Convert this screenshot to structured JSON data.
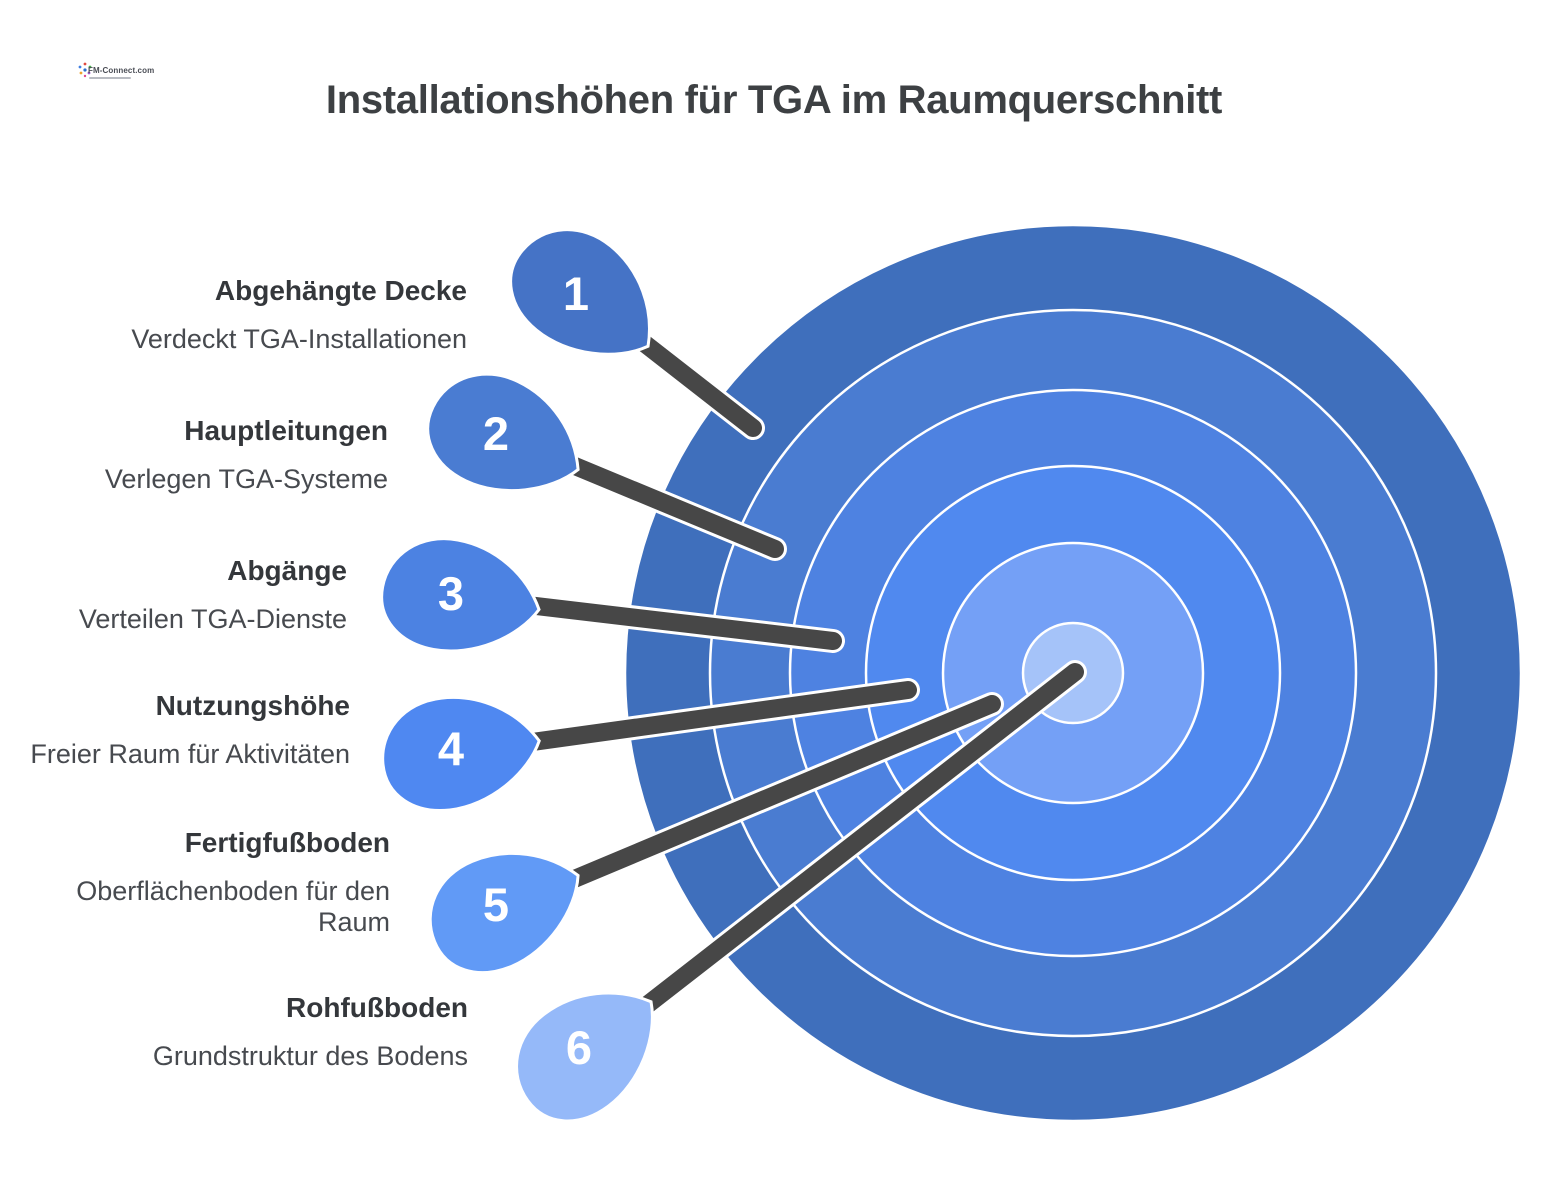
{
  "header": {
    "logo_brand": "FM-Connect.com",
    "title": "Installationshöhen für TGA im Raumquerschnitt"
  },
  "colors": {
    "stick": "#474747",
    "ring_stroke": "#ffffff",
    "number_text": "#ffffff"
  },
  "target": {
    "rings": [
      {
        "level": 1,
        "color": "#3F6FBC"
      },
      {
        "level": 2,
        "color": "#4A7CD1"
      },
      {
        "level": 3,
        "color": "#4E82E1"
      },
      {
        "level": 4,
        "color": "#5089EF"
      },
      {
        "level": 5,
        "color": "#74A0F6"
      },
      {
        "level": 6,
        "color": "#A5C3F9"
      }
    ]
  },
  "items": [
    {
      "number": "1",
      "label": "Abgehängte Decke",
      "description": "Verdeckt TGA-Installationen",
      "blob_color": "#4573C6"
    },
    {
      "number": "2",
      "label": "Hauptleitungen",
      "description": "Verlegen TGA-Systeme",
      "blob_color": "#4A7CD2"
    },
    {
      "number": "3",
      "label": "Abgänge",
      "description": "Verteilen TGA-Dienste",
      "blob_color": "#4C82E2"
    },
    {
      "number": "4",
      "label": "Nutzungshöhe",
      "description": "Freier Raum für Aktivitäten",
      "blob_color": "#4F88F1"
    },
    {
      "number": "5",
      "label": "Fertigfußboden",
      "description": "Oberflächenboden für den Raum",
      "blob_color": "#619AF6"
    },
    {
      "number": "6",
      "label": "Rohfußboden",
      "description": "Grundstruktur des Bodens",
      "blob_color": "#95B9F9"
    }
  ]
}
